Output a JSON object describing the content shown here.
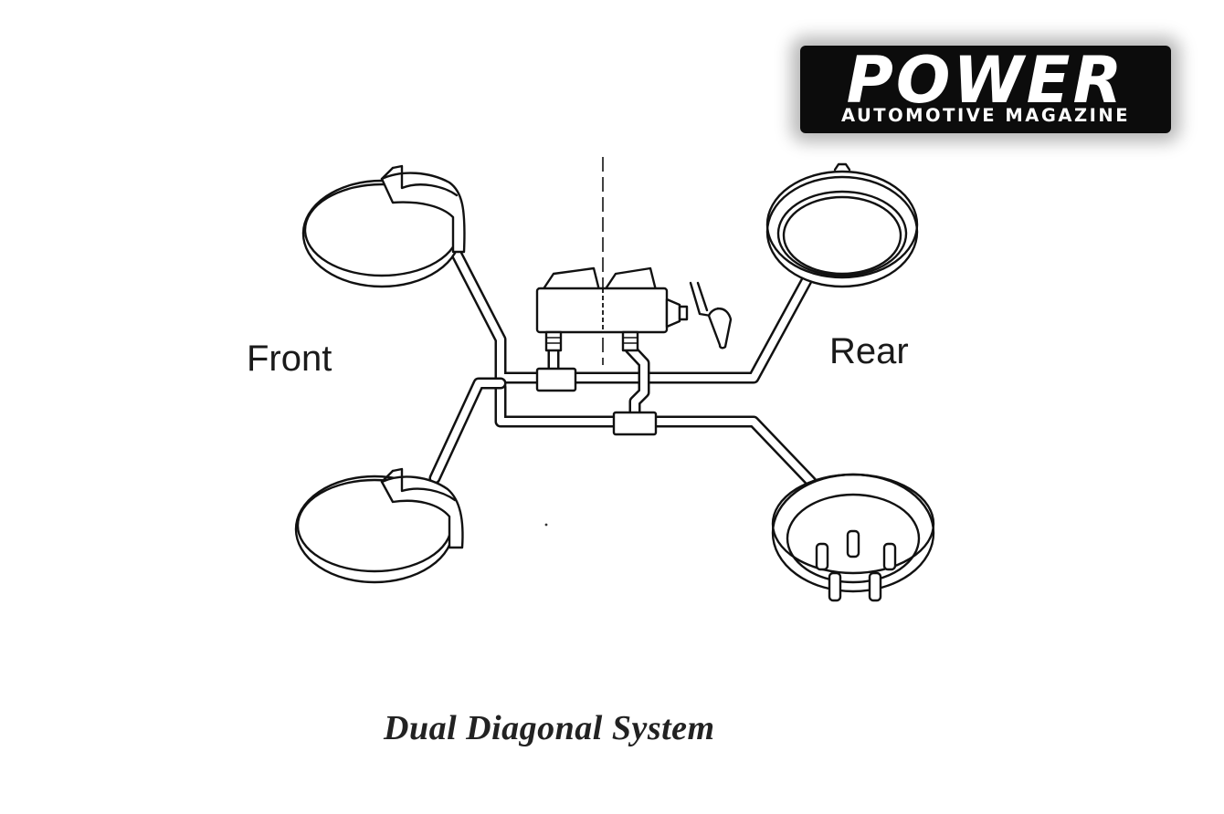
{
  "logo": {
    "main": "POWER",
    "sub": "AUTOMOTIVE MAGAZINE"
  },
  "labels": {
    "front": "Front",
    "rear": "Rear"
  },
  "caption": "Dual Diagonal System",
  "colors": {
    "line": "#111111",
    "background": "#ffffff",
    "logo_background": "#0c0c0c",
    "logo_text": "#ffffff"
  }
}
